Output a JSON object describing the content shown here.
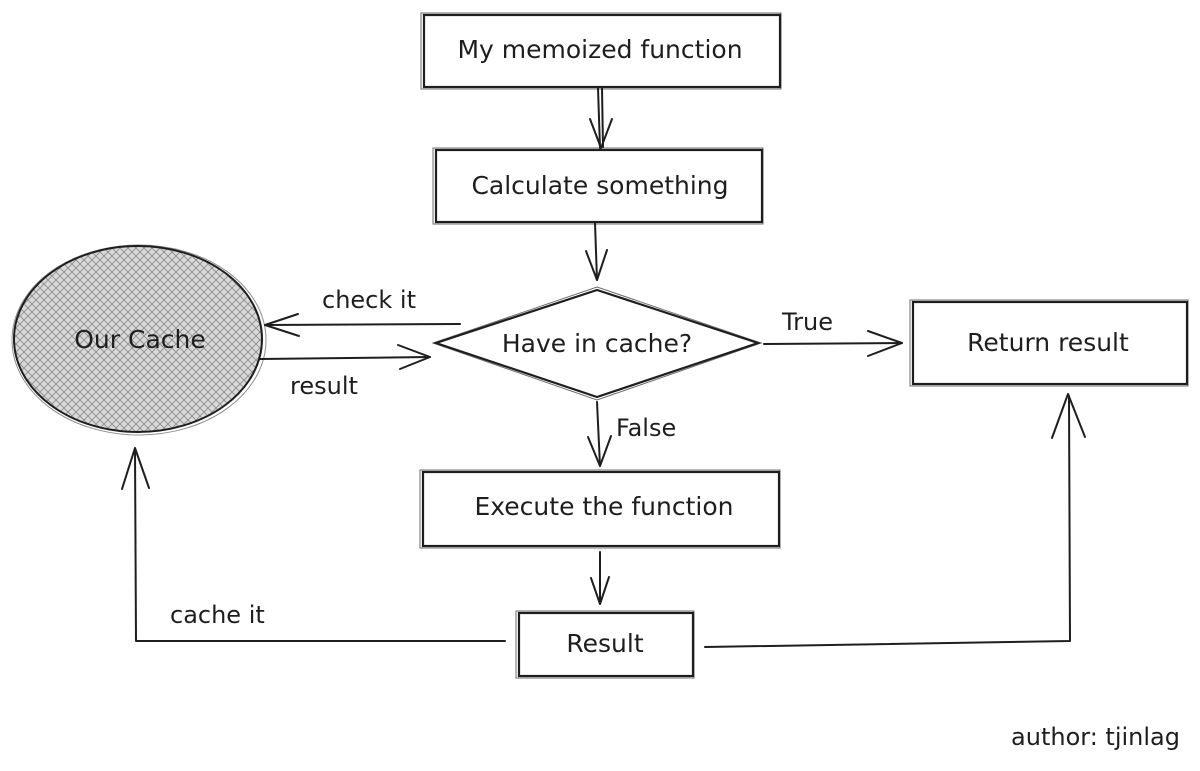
{
  "nodes": {
    "memoized_function": "My memoized function",
    "calculate_something": "Calculate something",
    "have_in_cache": "Have in cache?",
    "return_result": "Return result",
    "execute_function": "Execute the function",
    "result": "Result",
    "our_cache": "Our Cache"
  },
  "edges": {
    "check_it": "check it",
    "result": "result",
    "true": "True",
    "false": "False",
    "cache_it": "cache it"
  },
  "author": "author: tjinlag",
  "colors": {
    "stroke": "#1e1e1e",
    "cache_fill": "#d9d9d9",
    "background": "#ffffff"
  }
}
